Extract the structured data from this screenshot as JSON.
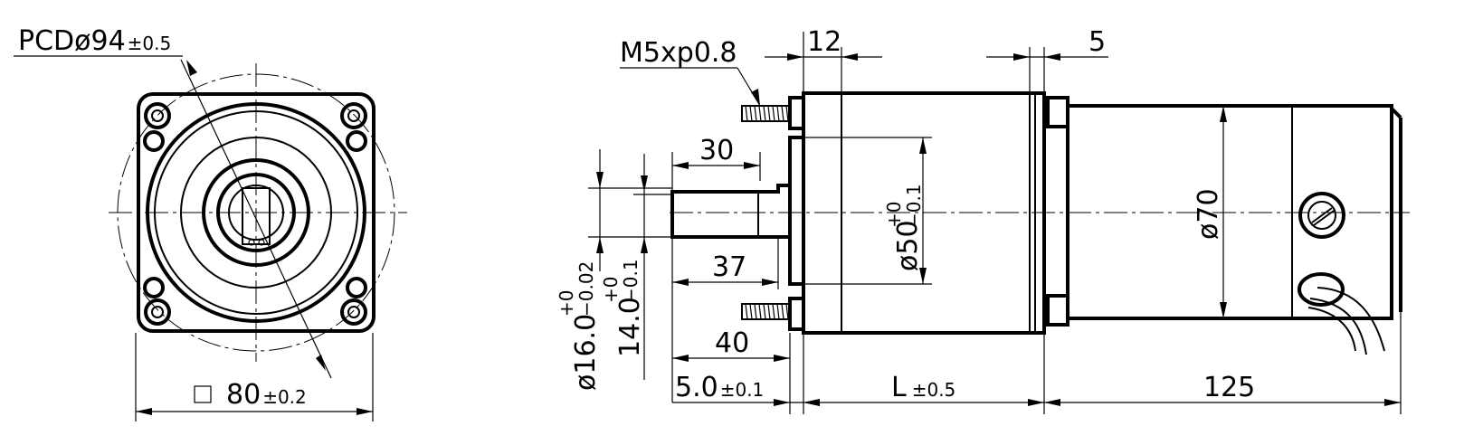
{
  "front_view": {
    "pcd_label": "PCDø94",
    "pcd_tolerance": "±0.5",
    "width_label": "80",
    "width_tolerance": "±0.2"
  },
  "side_view": {
    "thread_label": "M5xp0.8",
    "flange_thickness": "12",
    "gap_width": "5",
    "shaft_length": "30",
    "shaft_to_flange": "37",
    "shaft_to_face": "40",
    "pilot_height": "5.0",
    "pilot_tolerance": "±0.1",
    "body_length": "L",
    "body_tolerance": "±0.5",
    "motor_length": "125",
    "pilot_diameter": "ø50",
    "pilot_dia_tol_upper": "+0",
    "pilot_dia_tol_lower": "−0.1",
    "motor_diameter": "ø70",
    "shaft_diameter": "ø16.0",
    "shaft_dia_tol_upper": "+0",
    "shaft_dia_tol_lower": "−0.02",
    "flat_width": "14.0",
    "flat_tol_upper": "+0",
    "flat_tol_lower": "−0.1"
  }
}
